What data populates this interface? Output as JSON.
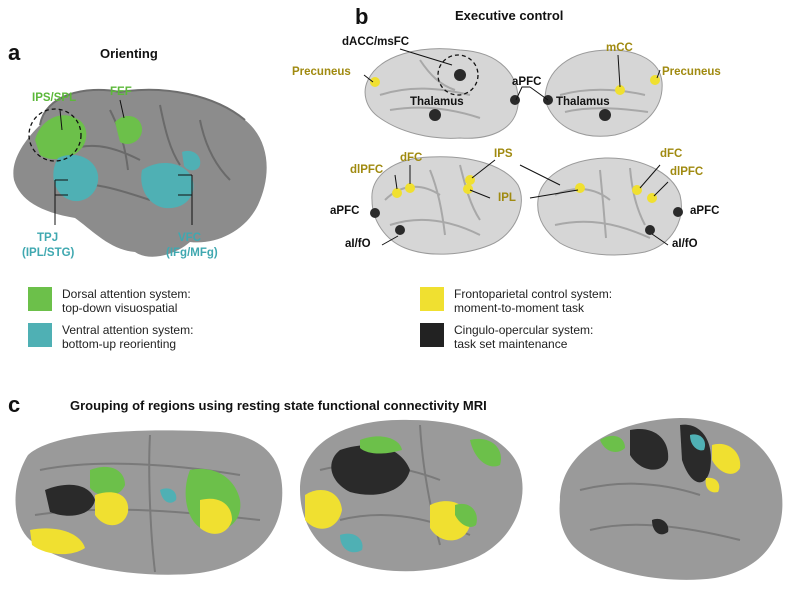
{
  "panel_a": {
    "letter": "a",
    "title": "Orienting",
    "labels": {
      "ips_spl": "IPS/SPL",
      "fef": "FEF",
      "tpj": "TPJ",
      "tpj_sub": "(IPL/STG)",
      "vfc": "VFC",
      "vfc_sub": "(IFg/MFg)"
    },
    "legend": [
      {
        "line1": "Dorsal attention system:",
        "line2": "top-down visuospatial",
        "color": "#6cc04a"
      },
      {
        "line1": "Ventral attention system:",
        "line2": "bottom-up reorienting",
        "color": "#4fb0b4"
      }
    ]
  },
  "panel_b": {
    "letter": "b",
    "title": "Executive control",
    "labels": {
      "dacc": "dACC/msFC",
      "precuneus_left": "Precuneus",
      "thalamus_left": "Thalamus",
      "apfc_top": "aPFC",
      "mcc": "mCC",
      "precuneus_right": "Precuneus",
      "thalamus_right": "Thalamus",
      "dfc_left": "dFC",
      "dlpfc_left": "dlPFC",
      "ips": "IPS",
      "ipl": "IPL",
      "dfc_right": "dFC",
      "dlpfc_right": "dlPFC",
      "apfc_left": "aPFC",
      "apfc_right": "aPFC",
      "aifo_left": "aI/fO",
      "aifo_right": "aI/fO"
    },
    "legend": [
      {
        "line1": "Frontoparietal control system:",
        "line2": "moment-to-moment task",
        "color": "#f0e030"
      },
      {
        "line1": "Cingulo-opercular system:",
        "line2": "task set maintenance",
        "color": "#222222"
      }
    ]
  },
  "panel_c": {
    "letter": "c",
    "title": "Grouping of regions using resting state functional connectivity MRI"
  },
  "colors": {
    "dorsal_green": "#6cc04a",
    "ventral_teal": "#4fb0b4",
    "frontoparietal_yellow": "#f0e030",
    "cingulo_black": "#2a2a2a",
    "brain_gray": "#8a8a8a",
    "surface_gray": "#bdbdbd"
  }
}
